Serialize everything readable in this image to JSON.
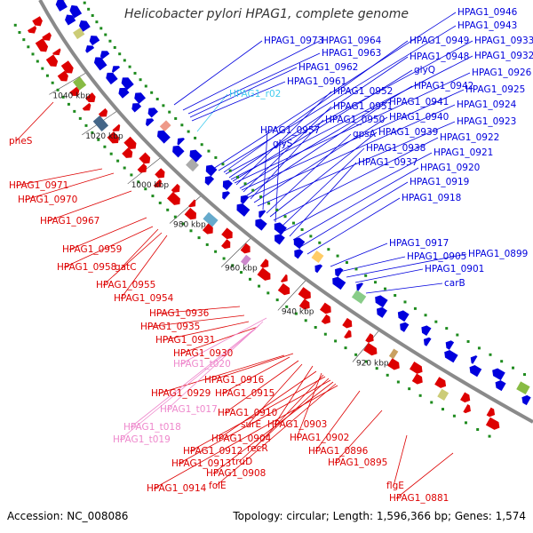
{
  "title": "Helicobacter pylori HPAG1, complete genome",
  "footer": {
    "accession": "Accession: NC_008086",
    "summary": "Topology: circular; Length: 1,596,366 bp; Genes: 1,574"
  },
  "colors": {
    "forward_gene": "#dd0000",
    "reverse_gene": "#0000dd",
    "trna": "#ee88cc",
    "rrna": "#44ccee",
    "backbone": "#8a8a8a",
    "tick": "#1e8b1e"
  },
  "kbp_ticks": [
    "1040 kbp",
    "1020 kbp",
    "1000 kbp",
    "980 kbp",
    "960 kbp",
    "940 kbp",
    "920 kbp"
  ],
  "labels_forward": [
    "pheS",
    "HPAG1_0971",
    "HPAG1_0970",
    "HPAG1_0967",
    "HPAG1_0959",
    "HPAG1_0958",
    "gatC",
    "HPAG1_0955",
    "HPAG1_0954",
    "HPAG1_0936",
    "HPAG1_0935",
    "HPAG1_0931",
    "HPAG1_0930",
    "HPAG1_0916",
    "HPAG1_0929",
    "HPAG1_0915",
    "HPAG1_0910",
    "surE",
    "HPAG1_0903",
    "HPAG1_0904",
    "HPAG1_0902",
    "recR",
    "HPAG1_0912",
    "truD",
    "HPAG1_0913",
    "HPAG1_0908",
    "folE",
    "HPAG1_0914",
    "HPAG1_0896",
    "HPAG1_0895",
    "flgE",
    "HPAG1_0881"
  ],
  "labels_trna": [
    "HPAG1_t020",
    "HPAG1_t017",
    "HPAG1_t018",
    "HPAG1_t019"
  ],
  "labels_rrna": [
    "HPAG1_r02"
  ],
  "labels_reverse": [
    "HPAG1_0973",
    "HPAG1_0964",
    "HPAG1_0963",
    "HPAG1_0962",
    "HPAG1_0961",
    "HPAG1_0946",
    "HPAG1_0943",
    "HPAG1_0949",
    "HPAG1_0933",
    "HPAG1_0948",
    "HPAG1_0932",
    "glyQ",
    "HPAG1_0926",
    "HPAG1_0952",
    "HPAG1_0942",
    "HPAG1_0925",
    "HPAG1_0951",
    "HPAG1_0941",
    "HPAG1_0924",
    "HPAG1_0950",
    "HPAG1_0940",
    "HPAG1_0923",
    "HPAG1_0957",
    "gpsA",
    "HPAG1_0939",
    "HPAG1_0922",
    "glyS",
    "HPAG1_0938",
    "HPAG1_0921",
    "HPAG1_0937",
    "HPAG1_0920",
    "HPAG1_0919",
    "HPAG1_0918",
    "HPAG1_0917",
    "HPAG1_0905",
    "HPAG1_0899",
    "HPAG1_0901",
    "carB"
  ]
}
